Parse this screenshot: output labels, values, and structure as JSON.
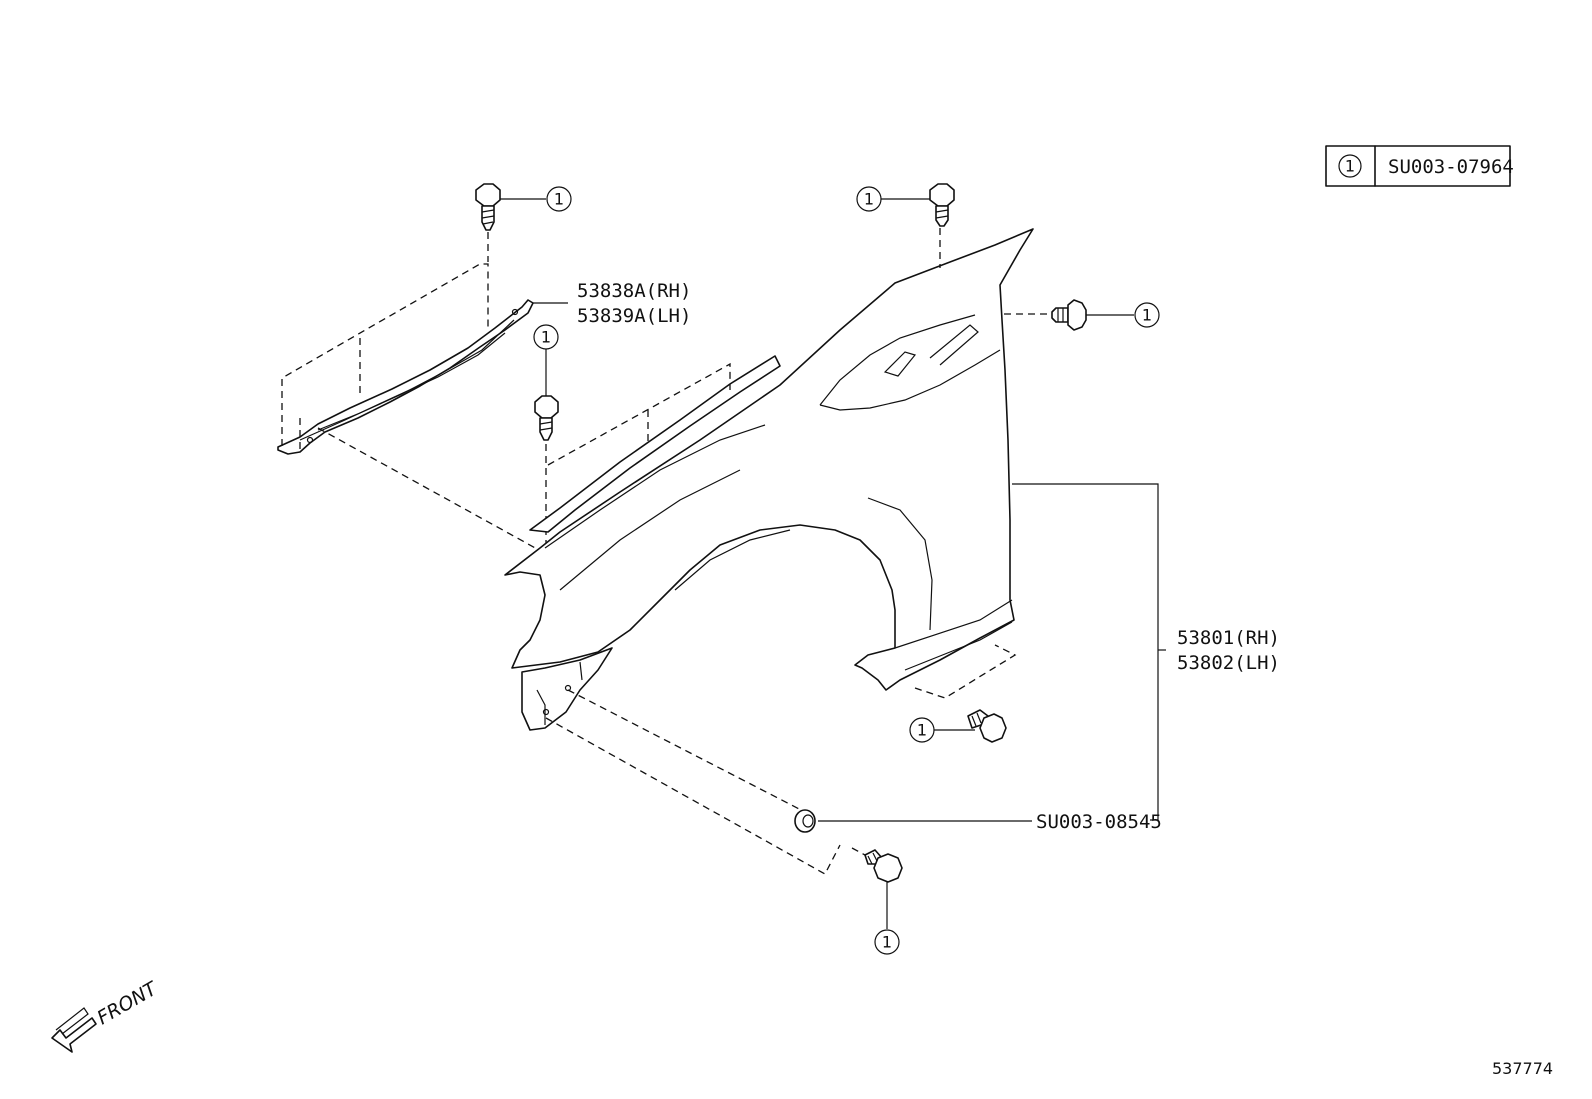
{
  "legend": {
    "ref": "1",
    "code": "SU003-07964"
  },
  "parts": {
    "bracket_rh": "53838A(RH)",
    "bracket_lh": "53839A(LH)",
    "fender_rh": "53801(RH)",
    "fender_lh": "53802(LH)",
    "clip_code": "SU003-08545"
  },
  "callouts": {
    "bolt_ref": "1"
  },
  "front_label": "FRONT",
  "diagram_number": "537774"
}
